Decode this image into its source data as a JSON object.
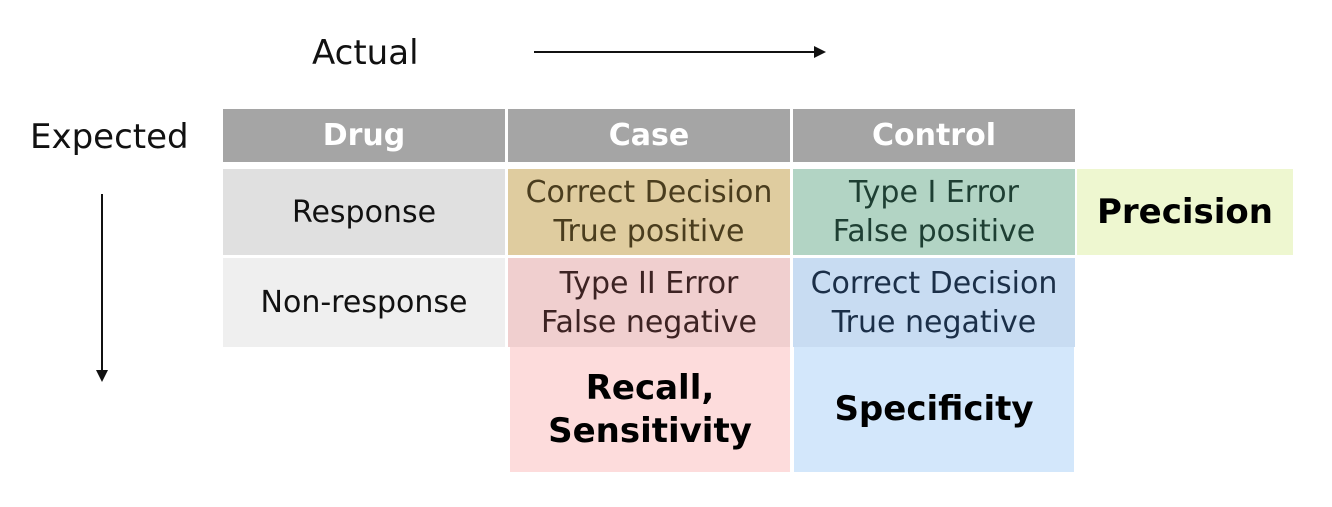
{
  "axes": {
    "actual_label": "Actual",
    "expected_label": "Expected"
  },
  "headers": [
    "Drug",
    "Case",
    "Control"
  ],
  "rows": [
    {
      "label": "Response",
      "case": {
        "line1": "Correct Decision",
        "line2": "True positive"
      },
      "control": {
        "line1": "Type I Error",
        "line2": "False positive"
      }
    },
    {
      "label": "Non-response",
      "case": {
        "line1": "Type II Error",
        "line2": "False negative"
      },
      "control": {
        "line1": "Correct Decision",
        "line2": "True negative"
      }
    }
  ],
  "metrics": {
    "precision": "Precision",
    "recall_line1": "Recall,",
    "recall_line2": "Sensitivity",
    "specificity": "Specificity"
  },
  "colors": {
    "header": "#a5a5a5",
    "response_label": "#e0e0e0",
    "nonresponse_label": "#efefef",
    "true_positive": "#dfcc9f",
    "false_positive": "#b2d4c4",
    "false_negative": "#f0cfcf",
    "true_negative": "#c8dcf2",
    "precision": "#eef7d0",
    "recall": "#fddcdc",
    "specificity": "#d3e7fb"
  }
}
